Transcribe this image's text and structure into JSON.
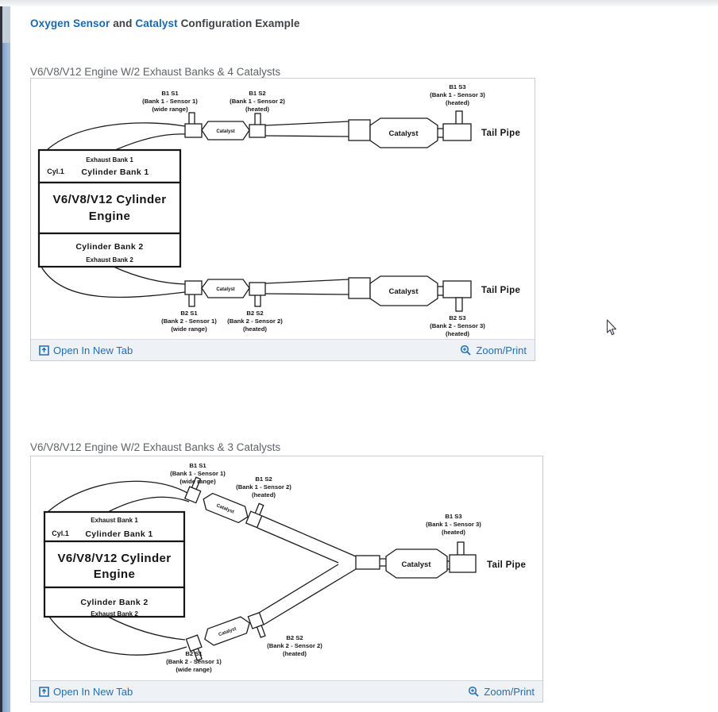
{
  "header": {
    "link1": "Oxygen Sensor",
    "mid": "and",
    "link2": "Catalyst",
    "rest": "Configuration Example"
  },
  "colors": {
    "link_blue": "#1e6fb8",
    "title_blue": "#1a68b0",
    "text_dark": "#3d4147",
    "caption_gray": "#5f6368",
    "footer_bg": "#eef1f6",
    "diagram_ink": "#1b1b1b"
  },
  "figures": [
    {
      "caption": "V6/V8/V12 Engine W/2 Exhaust Banks & 4 Catalysts",
      "open_tab": "Open In New Tab",
      "zoom_print": "Zoom/Print",
      "catalyst": "Catalyst",
      "tail_pipe": "Tail Pipe",
      "engine": {
        "exhaust_bank1": "Exhaust Bank 1",
        "cyl1": "Cyl.1",
        "cylinder_bank1": "Cylinder Bank 1",
        "name_line1": "V6/V8/V12 Cylinder",
        "name_line2": "Engine",
        "cylinder_bank2": "Cylinder Bank 2",
        "exhaust_bank2": "Exhaust Bank 2"
      },
      "sensors": {
        "b1s1": [
          "B1 S1",
          "(Bank 1 - Sensor 1)",
          "(wide range)"
        ],
        "b1s2": [
          "B1 S2",
          "(Bank 1 - Sensor 2)",
          "(heated)"
        ],
        "b1s3": [
          "B1 S3",
          "(Bank 1 - Sensor 3)",
          "(heated)"
        ],
        "b2s1": [
          "B2 S1",
          "(Bank 2 - Sensor 1)",
          "(wide range)"
        ],
        "b2s2": [
          "B2 S2",
          "(Bank 2 - Sensor 2)",
          "(heated)"
        ],
        "b2s3": [
          "B2 S3",
          "(Bank 2 - Sensor 3)",
          "(heated)"
        ]
      }
    },
    {
      "caption": "V6/V8/V12 Engine W/2 Exhaust Banks & 3 Catalysts",
      "open_tab": "Open In New Tab",
      "zoom_print": "Zoom/Print",
      "catalyst": "Catalyst",
      "tail_pipe": "Tail Pipe",
      "engine": {
        "exhaust_bank1": "Exhaust Bank 1",
        "cyl1": "Cyl.1",
        "cylinder_bank1": "Cylinder Bank 1",
        "name_line1": "V6/V8/V12 Cylinder",
        "name_line2": "Engine",
        "cylinder_bank2": "Cylinder Bank 2",
        "exhaust_bank2": "Exhaust Bank 2"
      },
      "sensors": {
        "b1s1": [
          "B1 S1",
          "(Bank 1 - Sensor 1)",
          "(wide range)"
        ],
        "b1s2": [
          "B1 S2",
          "(Bank 1 - Sensor 2)",
          "(heated)"
        ],
        "b1s3": [
          "B1 S3",
          "(Bank 1 - Sensor 3)",
          "(heated)"
        ],
        "b2s1": [
          "B2 S1",
          "(Bank 2 - Sensor 1)",
          "(wide range)"
        ],
        "b2s2": [
          "B2 S2",
          "(Bank 2 - Sensor 2)",
          "(heated)"
        ]
      }
    }
  ]
}
